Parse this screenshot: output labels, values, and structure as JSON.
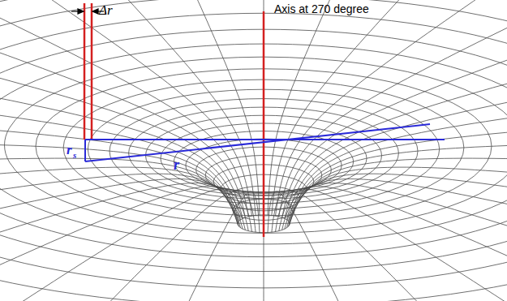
{
  "diagram": {
    "labels": [
      "Δr",
      "Axis at 270 degree",
      "r",
      "s",
      "r"
    ]
  }
}
